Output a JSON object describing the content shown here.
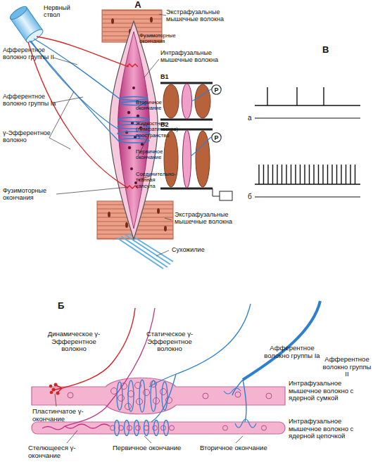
{
  "diagram": {
    "nodes": [
      {
        "text": [
          "Р"
        ]
      },
      {
        "text": [
          "Р"
        ]
      }
    ],
    "labels": [
      "А",
      "Нервный ствол",
      "Экстрафузальные мышечные волокна",
      "Фузимоторные окончания",
      "Интрафузальные мышечные волокна",
      "Афферентное волокно группы II",
      "Афферентное волокно группы Ia",
      "γ-Эфферентное волокно",
      "Вторичное окончание",
      "Жидкостное (лимфатическое) пространство",
      "Первичное окончание",
      "Соединительно-тканная капсула",
      "Фузимоторные окончания",
      "Экстрафузальные мышечные волокна",
      "Сухожилие",
      "В1",
      "В2",
      "В",
      "а",
      "б",
      "Б",
      "Динамическое γ-Эфферентное волокно",
      "Статическое γ-Эфферентное волокно",
      "Афферентное волокно группы Ia",
      "Афферентное волокно группы II",
      "Интрафузальное мышечное волокно с ядерной сумкой",
      "Интрафузальное мышечное волокно с ядерной цепочкой",
      "Пластинчатое γ-окончание",
      "Стелющееся γ-окончание",
      "Первичное окончание",
      "Вторичное окончание"
    ]
  }
}
